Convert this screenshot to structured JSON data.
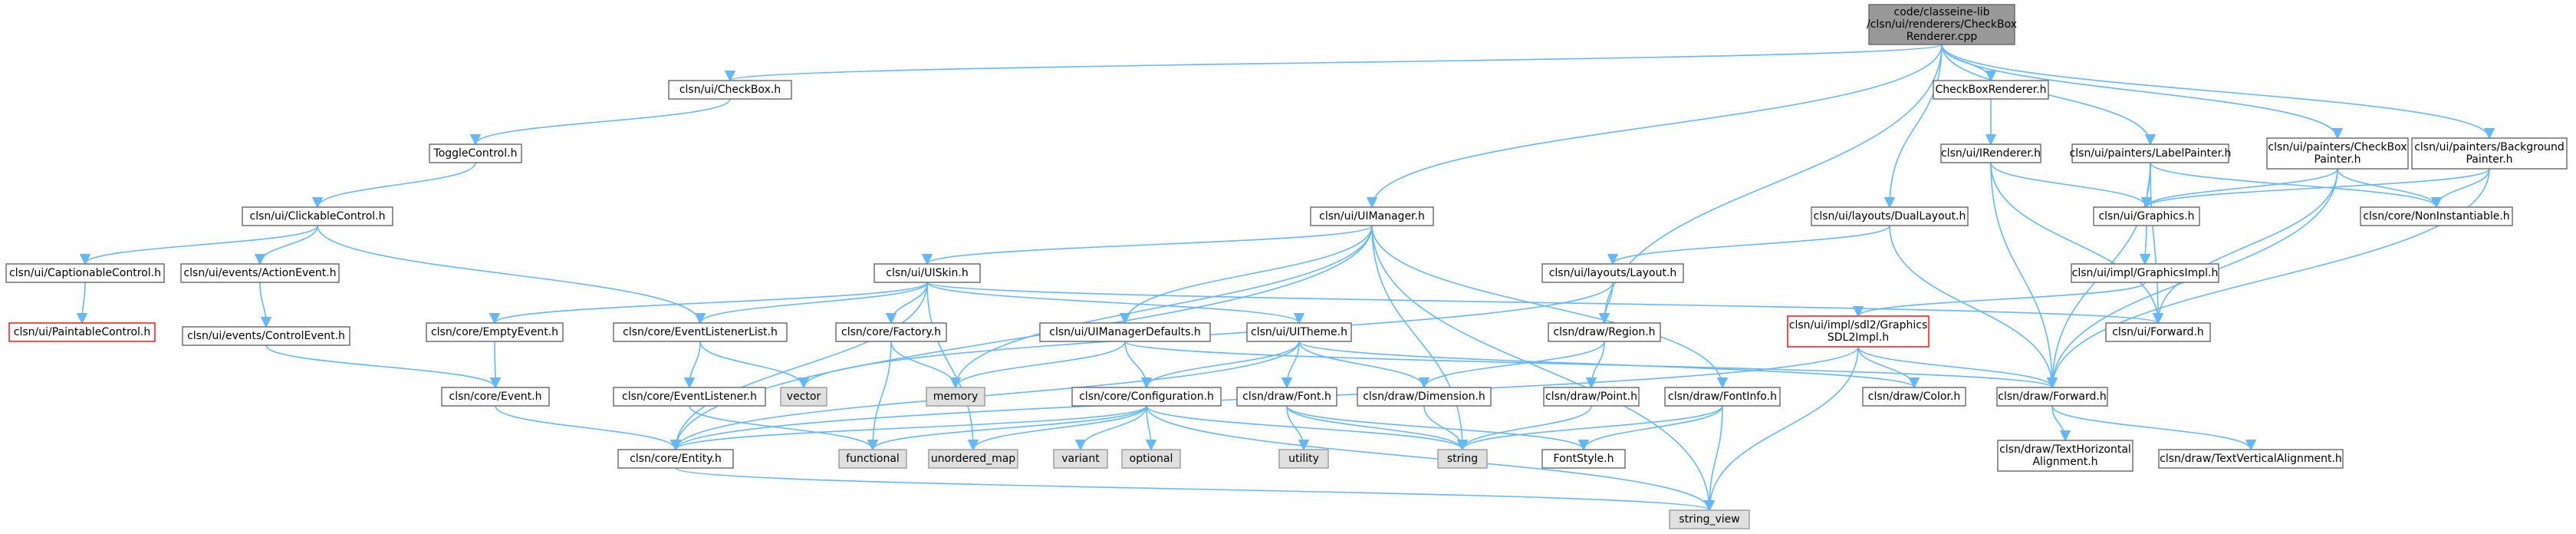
{
  "colors": {
    "edge": "#63b8ff",
    "node_border": "#666666",
    "root_fill": "#999999",
    "root_border": "#666666",
    "external_fill": "#e0e0e0",
    "external_border": "#999999",
    "incomplete_border": "#ff0000",
    "node_fill": "#ffffff"
  },
  "nodes": [
    {
      "id": "root",
      "lines": [
        "code/classeine-lib",
        "/clsn/ui/renderers/CheckBox",
        "Renderer.cpp"
      ],
      "kind": "root"
    },
    {
      "id": "checkbox_h",
      "lines": [
        "clsn/ui/CheckBox.h"
      ],
      "kind": "normal"
    },
    {
      "id": "togglecontrol",
      "lines": [
        "ToggleControl.h"
      ],
      "kind": "normal"
    },
    {
      "id": "clickablecontrol",
      "lines": [
        "clsn/ui/ClickableControl.h"
      ],
      "kind": "normal"
    },
    {
      "id": "captionablecontrol",
      "lines": [
        "clsn/ui/CaptionableControl.h"
      ],
      "kind": "normal"
    },
    {
      "id": "paintablecontrol",
      "lines": [
        "clsn/ui/PaintableControl.h"
      ],
      "kind": "incomplete"
    },
    {
      "id": "actionevent",
      "lines": [
        "clsn/ui/events/ActionEvent.h"
      ],
      "kind": "normal"
    },
    {
      "id": "controlevent",
      "lines": [
        "clsn/ui/events/ControlEvent.h"
      ],
      "kind": "normal"
    },
    {
      "id": "uimanager",
      "lines": [
        "clsn/ui/UIManager.h"
      ],
      "kind": "normal"
    },
    {
      "id": "uiskin",
      "lines": [
        "clsn/ui/UISkin.h"
      ],
      "kind": "normal"
    },
    {
      "id": "emptyevent",
      "lines": [
        "clsn/core/EmptyEvent.h"
      ],
      "kind": "normal"
    },
    {
      "id": "event",
      "lines": [
        "clsn/core/Event.h"
      ],
      "kind": "normal"
    },
    {
      "id": "entity",
      "lines": [
        "clsn/core/Entity.h"
      ],
      "kind": "normal"
    },
    {
      "id": "eventlistenerlist",
      "lines": [
        "clsn/core/EventListenerList.h"
      ],
      "kind": "normal"
    },
    {
      "id": "eventlistener",
      "lines": [
        "clsn/core/EventListener.h"
      ],
      "kind": "normal"
    },
    {
      "id": "vector",
      "lines": [
        "vector"
      ],
      "kind": "external"
    },
    {
      "id": "factory",
      "lines": [
        "clsn/core/Factory.h"
      ],
      "kind": "normal"
    },
    {
      "id": "memory",
      "lines": [
        "memory"
      ],
      "kind": "external"
    },
    {
      "id": "functional",
      "lines": [
        "functional"
      ],
      "kind": "external"
    },
    {
      "id": "uimanagerdefaults",
      "lines": [
        "clsn/ui/UIManagerDefaults.h"
      ],
      "kind": "normal"
    },
    {
      "id": "uitheme",
      "lines": [
        "clsn/ui/UITheme.h"
      ],
      "kind": "normal"
    },
    {
      "id": "configuration",
      "lines": [
        "clsn/core/Configuration.h"
      ],
      "kind": "normal"
    },
    {
      "id": "unordered_map",
      "lines": [
        "unordered_map"
      ],
      "kind": "external"
    },
    {
      "id": "variant",
      "lines": [
        "variant"
      ],
      "kind": "external"
    },
    {
      "id": "optional",
      "lines": [
        "optional"
      ],
      "kind": "external"
    },
    {
      "id": "font",
      "lines": [
        "clsn/draw/Font.h"
      ],
      "kind": "normal"
    },
    {
      "id": "utility",
      "lines": [
        "utility"
      ],
      "kind": "external"
    },
    {
      "id": "string",
      "lines": [
        "string"
      ],
      "kind": "external"
    },
    {
      "id": "dimension",
      "lines": [
        "clsn/draw/Dimension.h"
      ],
      "kind": "normal"
    },
    {
      "id": "string_view",
      "lines": [
        "string_view"
      ],
      "kind": "external"
    },
    {
      "id": "checkboxrenderer_h",
      "lines": [
        "CheckBoxRenderer.h"
      ],
      "kind": "normal"
    },
    {
      "id": "irenderer",
      "lines": [
        "clsn/ui/IRenderer.h"
      ],
      "kind": "normal"
    },
    {
      "id": "duallayout",
      "lines": [
        "clsn/ui/layouts/DualLayout.h"
      ],
      "kind": "normal"
    },
    {
      "id": "layout",
      "lines": [
        "clsn/ui/layouts/Layout.h"
      ],
      "kind": "normal"
    },
    {
      "id": "region",
      "lines": [
        "clsn/draw/Region.h"
      ],
      "kind": "normal"
    },
    {
      "id": "point",
      "lines": [
        "clsn/draw/Point.h"
      ],
      "kind": "normal"
    },
    {
      "id": "fontinfo",
      "lines": [
        "clsn/draw/FontInfo.h"
      ],
      "kind": "normal"
    },
    {
      "id": "fontstyle",
      "lines": [
        "FontStyle.h"
      ],
      "kind": "normal"
    },
    {
      "id": "labelpainter",
      "lines": [
        "clsn/ui/painters/LabelPainter.h"
      ],
      "kind": "normal"
    },
    {
      "id": "graphics",
      "lines": [
        "clsn/ui/Graphics.h"
      ],
      "kind": "normal"
    },
    {
      "id": "graphicsimpl",
      "lines": [
        "clsn/ui/impl/GraphicsImpl.h"
      ],
      "kind": "normal"
    },
    {
      "id": "graphicssdl2impl",
      "lines": [
        "clsn/ui/impl/sdl2/Graphics",
        "SDL2Impl.h"
      ],
      "kind": "incomplete"
    },
    {
      "id": "color",
      "lines": [
        "clsn/draw/Color.h"
      ],
      "kind": "normal"
    },
    {
      "id": "ui_forward",
      "lines": [
        "clsn/ui/Forward.h"
      ],
      "kind": "normal"
    },
    {
      "id": "draw_forward",
      "lines": [
        "clsn/draw/Forward.h"
      ],
      "kind": "normal"
    },
    {
      "id": "texthalign",
      "lines": [
        "clsn/draw/TextHorizontal",
        "Alignment.h"
      ],
      "kind": "normal"
    },
    {
      "id": "textvalign",
      "lines": [
        "clsn/draw/TextVerticalAlignment.h"
      ],
      "kind": "normal"
    },
    {
      "id": "checkboxpainter",
      "lines": [
        "clsn/ui/painters/CheckBox",
        "Painter.h"
      ],
      "kind": "normal"
    },
    {
      "id": "backgroundpainter",
      "lines": [
        "clsn/ui/painters/Background",
        "Painter.h"
      ],
      "kind": "normal"
    },
    {
      "id": "noninstantiable",
      "lines": [
        "clsn/core/NonInstantiable.h"
      ],
      "kind": "normal"
    }
  ],
  "edges": [
    [
      "root",
      "checkbox_h"
    ],
    [
      "root",
      "uimanager"
    ],
    [
      "root",
      "checkboxrenderer_h"
    ],
    [
      "root",
      "duallayout"
    ],
    [
      "root",
      "region"
    ],
    [
      "root",
      "labelpainter"
    ],
    [
      "root",
      "checkboxpainter"
    ],
    [
      "root",
      "backgroundpainter"
    ],
    [
      "checkbox_h",
      "togglecontrol"
    ],
    [
      "togglecontrol",
      "clickablecontrol"
    ],
    [
      "clickablecontrol",
      "captionablecontrol"
    ],
    [
      "clickablecontrol",
      "actionevent"
    ],
    [
      "clickablecontrol",
      "eventlistenerlist"
    ],
    [
      "captionablecontrol",
      "paintablecontrol"
    ],
    [
      "actionevent",
      "controlevent"
    ],
    [
      "controlevent",
      "event"
    ],
    [
      "uimanager",
      "uiskin"
    ],
    [
      "uimanager",
      "uimanagerdefaults"
    ],
    [
      "uimanager",
      "entity"
    ],
    [
      "uimanager",
      "memory"
    ],
    [
      "uimanager",
      "string"
    ],
    [
      "uimanager",
      "string_view"
    ],
    [
      "uimanager",
      "fontinfo"
    ],
    [
      "uiskin",
      "emptyevent"
    ],
    [
      "uiskin",
      "eventlistenerlist"
    ],
    [
      "uiskin",
      "factory"
    ],
    [
      "uiskin",
      "uitheme"
    ],
    [
      "uiskin",
      "entity"
    ],
    [
      "uiskin",
      "unordered_map"
    ],
    [
      "uiskin",
      "ui_forward"
    ],
    [
      "emptyevent",
      "event"
    ],
    [
      "event",
      "entity"
    ],
    [
      "entity",
      "string_view"
    ],
    [
      "eventlistenerlist",
      "eventlistener"
    ],
    [
      "eventlistenerlist",
      "vector"
    ],
    [
      "eventlistener",
      "functional"
    ],
    [
      "factory",
      "functional"
    ],
    [
      "factory",
      "memory"
    ],
    [
      "uimanagerdefaults",
      "memory"
    ],
    [
      "uimanagerdefaults",
      "configuration"
    ],
    [
      "uimanagerdefaults",
      "draw_forward"
    ],
    [
      "uitheme",
      "configuration"
    ],
    [
      "uitheme",
      "font"
    ],
    [
      "uitheme",
      "dimension"
    ],
    [
      "uitheme",
      "color"
    ],
    [
      "uitheme",
      "entity"
    ],
    [
      "configuration",
      "entity"
    ],
    [
      "configuration",
      "unordered_map"
    ],
    [
      "configuration",
      "variant"
    ],
    [
      "configuration",
      "optional"
    ],
    [
      "configuration",
      "string"
    ],
    [
      "configuration",
      "string_view"
    ],
    [
      "configuration",
      "functional"
    ],
    [
      "font",
      "utility"
    ],
    [
      "font",
      "string"
    ],
    [
      "font",
      "fontstyle"
    ],
    [
      "dimension",
      "string"
    ],
    [
      "checkboxrenderer_h",
      "irenderer"
    ],
    [
      "irenderer",
      "graphics"
    ],
    [
      "irenderer",
      "ui_forward"
    ],
    [
      "irenderer",
      "draw_forward"
    ],
    [
      "duallayout",
      "layout"
    ],
    [
      "duallayout",
      "draw_forward"
    ],
    [
      "layout",
      "region"
    ],
    [
      "layout",
      "vector"
    ],
    [
      "region",
      "point"
    ],
    [
      "region",
      "dimension"
    ],
    [
      "point",
      "string"
    ],
    [
      "fontinfo",
      "fontstyle"
    ],
    [
      "fontinfo",
      "string"
    ],
    [
      "fontinfo",
      "string_view"
    ],
    [
      "labelpainter",
      "graphics"
    ],
    [
      "labelpainter",
      "noninstantiable"
    ],
    [
      "labelpainter",
      "ui_forward"
    ],
    [
      "labelpainter",
      "draw_forward"
    ],
    [
      "graphics",
      "graphicsimpl"
    ],
    [
      "graphicsimpl",
      "graphicssdl2impl"
    ],
    [
      "graphicssdl2impl",
      "color"
    ],
    [
      "graphicssdl2impl",
      "draw_forward"
    ],
    [
      "graphicssdl2impl",
      "entity"
    ],
    [
      "graphicssdl2impl",
      "string_view"
    ],
    [
      "draw_forward",
      "texthalign"
    ],
    [
      "draw_forward",
      "textvalign"
    ],
    [
      "checkboxpainter",
      "graphics"
    ],
    [
      "checkboxpainter",
      "noninstantiable"
    ],
    [
      "checkboxpainter",
      "ui_forward"
    ],
    [
      "checkboxpainter",
      "draw_forward"
    ],
    [
      "backgroundpainter",
      "graphics"
    ],
    [
      "backgroundpainter",
      "noninstantiable"
    ],
    [
      "backgroundpainter",
      "draw_forward"
    ]
  ]
}
